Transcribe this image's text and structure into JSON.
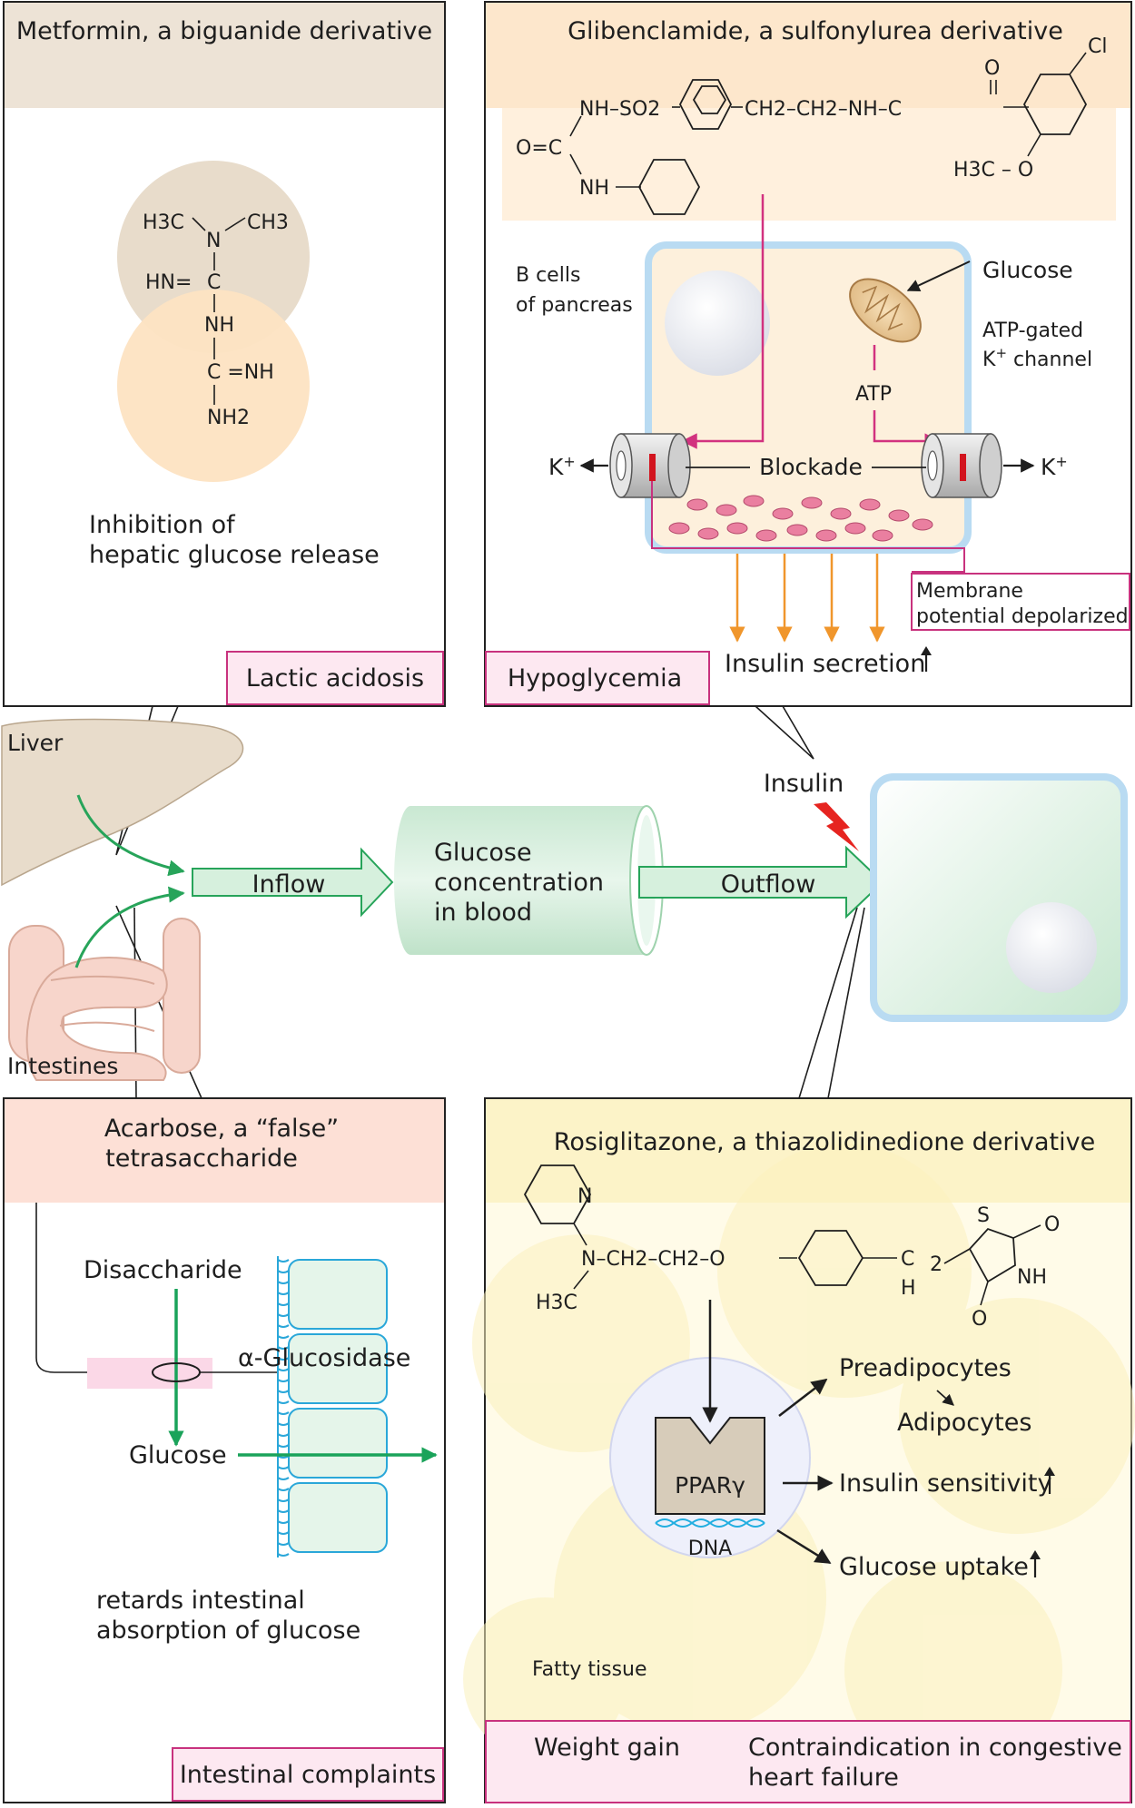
{
  "panels": {
    "metformin": {
      "title": "Metformin, a biguanide derivative",
      "effect_lines": [
        "Inhibition of",
        "hepatic glucose release"
      ],
      "side_effect": "Lactic acidosis"
    },
    "glibenclamide": {
      "title": "Glibenclamide, a sulfonylurea derivative",
      "cell_label_lines": [
        "B cells",
        "of pancreas"
      ],
      "glucose": "Glucose",
      "channel_label_lines": [
        "ATP-gated",
        "K+ channel"
      ],
      "atp": "ATP",
      "blockade": "Blockade",
      "k_plus": "K+",
      "membrane_lines": [
        "Membrane",
        "potential depolarized"
      ],
      "insulin_secretion": "Insulin secretion",
      "side_effect": "Hypoglycemia"
    },
    "acarbose": {
      "title_lines": [
        "Acarbose, a “false”",
        "tetrasaccharide"
      ],
      "disaccharide": "Disaccharide",
      "enzyme": "α-Glucosidase",
      "glucose": "Glucose",
      "effect_lines": [
        "retards intestinal",
        "absorption of glucose"
      ],
      "side_effect": "Intestinal complaints"
    },
    "rosiglitazone": {
      "title": "Rosiglitazone, a thiazolidinedione derivative",
      "receptor": "PPARγ",
      "dna": "DNA",
      "preadipocytes": "Preadipocytes",
      "adipocytes": "Adipocytes",
      "insulin_sensitivity": "Insulin sensitivity",
      "glucose_uptake": "Glucose uptake",
      "tissue": "Fatty tissue",
      "side_effect_1": "Weight gain",
      "side_effect_2_lines": [
        "Contraindication in congestive",
        "heart failure"
      ]
    }
  },
  "center": {
    "liver": "Liver",
    "intestines": "Intestines",
    "inflow": "Inflow",
    "blood_lines": [
      "Glucose",
      "concentration",
      "in blood"
    ],
    "outflow": "Outflow",
    "insulin": "Insulin"
  },
  "chemistry": {
    "metformin": {
      "h3c": "H3C",
      "ch3": "CH3",
      "n": "N",
      "hn_eq": "HN=",
      "c": "C",
      "nh": "NH",
      "c_eq_nh": "C =NH",
      "nh2": "NH2"
    },
    "glibenclamide": {
      "nh_so2": "NH–SO2",
      "ch2ch2nh": "CH2–CH2–NH–C",
      "o_eq_c": "O=C",
      "nh": "NH",
      "o": "O",
      "cl": "Cl",
      "h3co": "H3C – O"
    },
    "rosiglitazone": {
      "n_ring": "N",
      "n_chain": "N–CH2–CH2–O",
      "h3c": "H3C",
      "c": "C",
      "h": "H",
      "two": "2",
      "s": "S",
      "o_top": "O",
      "nh": "NH",
      "o_bottom": "O"
    }
  },
  "colors": {
    "beige_header": "#ede3d6",
    "orange_header": "#fde7cc",
    "peach_header": "#fde0d6",
    "yellow_header": "#fcf3c8",
    "pink_box": "#fde8f1",
    "pink_border": "#c8327e",
    "green_arrow": "#27a45a",
    "orange_arrow": "#f0962c",
    "magenta_line": "#d2327f",
    "vesicle": "#ea7fa0",
    "cell_border": "#b9dbf2"
  }
}
